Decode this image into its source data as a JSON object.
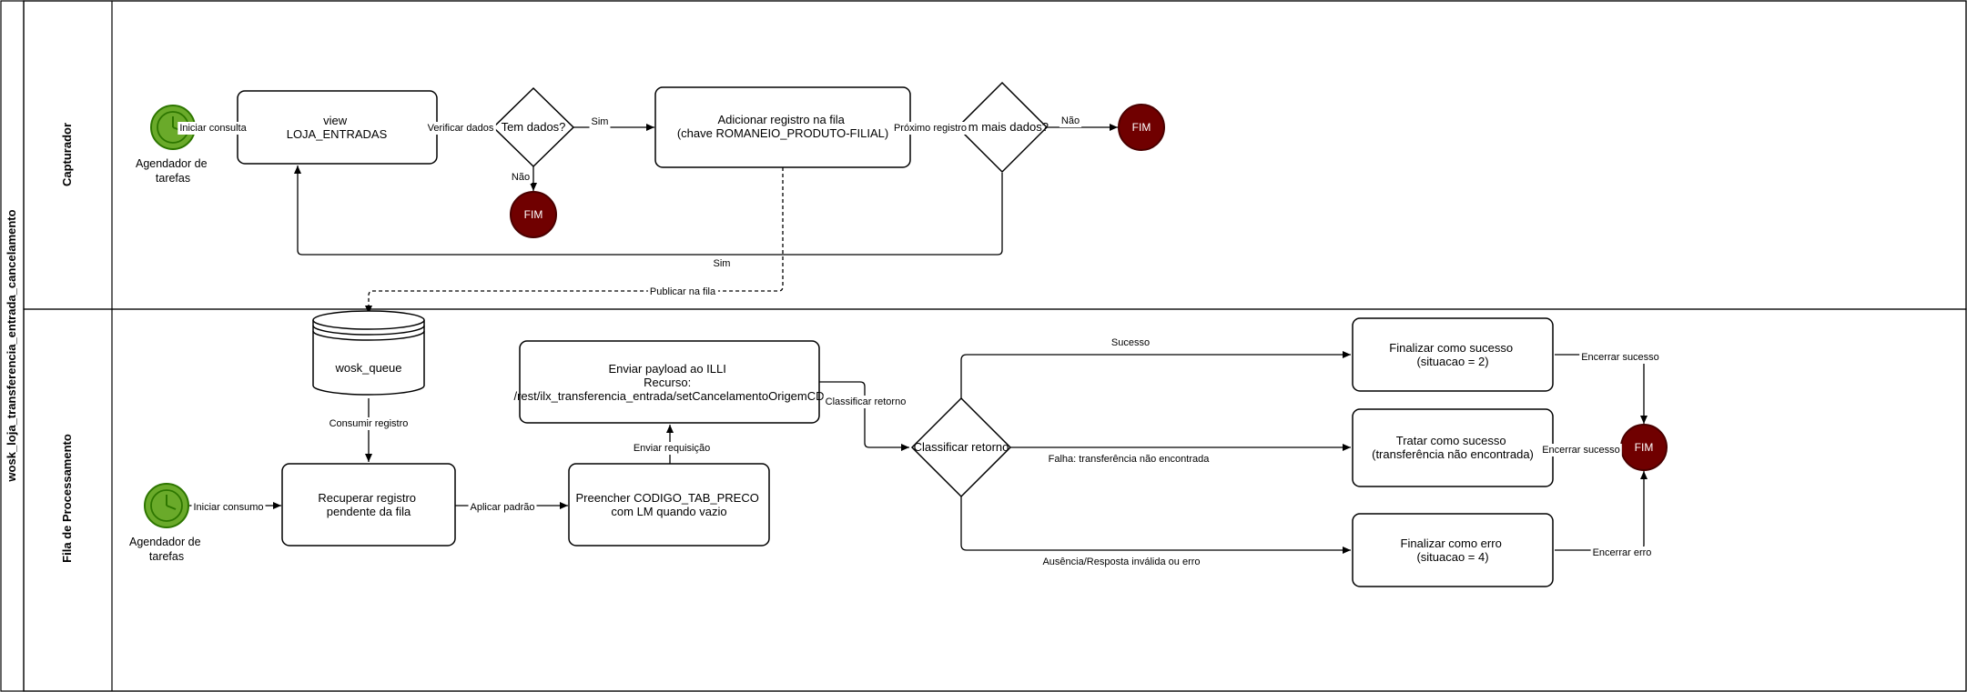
{
  "colors": {
    "timer_fill": "#6aaa2a",
    "timer_stroke": "#2d7600",
    "end_fill": "#700000",
    "end_stroke": "#4a0000",
    "end_text": "#ffffff",
    "line": "#000000"
  },
  "pool": {
    "title": "wosk_loja_transferencia_entrada_cancelamento"
  },
  "lanes": {
    "capturador": {
      "title": "Capturador"
    },
    "processamento": {
      "title": "Fila de Processamento"
    }
  },
  "nodes": {
    "timer_captura": {
      "icon": "clock-icon",
      "caption": [
        "Agendador de",
        "tarefas"
      ]
    },
    "view_loja": {
      "lines": [
        "view",
        "LOJA_ENTRADAS"
      ]
    },
    "tem_dados": {
      "lines": [
        "Tem dados?"
      ]
    },
    "fim_sem_dados": {
      "label": "FIM"
    },
    "adicionar_registro": {
      "lines": [
        "Adicionar registro na fila",
        "(chave ROMANEIO_PRODUTO-FILIAL)"
      ]
    },
    "tem_mais_dados": {
      "lines": [
        "Tem mais dados?"
      ]
    },
    "fim_captura": {
      "label": "FIM"
    },
    "wosk_queue": {
      "lines": [
        "wosk_queue"
      ]
    },
    "timer_consumo": {
      "icon": "clock-icon",
      "caption": [
        "Agendador de",
        "tarefas"
      ]
    },
    "recuperar_registro": {
      "lines": [
        "Recuperar registro",
        "pendente da fila"
      ]
    },
    "preencher_codigo": {
      "lines": [
        "Preencher CODIGO_TAB_PRECO",
        "com LM quando vazio"
      ]
    },
    "enviar_payload": {
      "lines": [
        "Enviar payload ao ILLI",
        "Recurso:",
        "/rest/ilx_transferencia_entrada/setCancelamentoOrigemCD"
      ]
    },
    "classificar_retorno": {
      "lines": [
        "Classificar retorno"
      ]
    },
    "finalizar_sucesso": {
      "lines": [
        "Finalizar como sucesso",
        "(situacao = 2)"
      ]
    },
    "tratar_sucesso": {
      "lines": [
        "Tratar como sucesso",
        "(transferência não encontrada)"
      ]
    },
    "finalizar_erro": {
      "lines": [
        "Finalizar como erro",
        "(situacao = 4)"
      ]
    },
    "fim_processamento": {
      "label": "FIM"
    }
  },
  "edges": {
    "iniciar_consulta": "Iniciar consulta",
    "verificar_dados": "Verificar dados",
    "sim_adicionar": "Sim",
    "nao_fim": "Não",
    "proximo_registro": "Próximo registro",
    "nao_fim_captura": "Não",
    "sim_loop": "Sim",
    "publicar_fila": "Publicar na fila",
    "consumir_registro": "Consumir registro",
    "iniciar_consumo": "Iniciar consumo",
    "aplicar_padrao": "Aplicar padrão",
    "enviar_requisicao": "Enviar requisição",
    "classificar_retorno": "Classificar retorno",
    "sucesso": "Sucesso",
    "falha_nao_encontrada": "Falha: transferência não encontrada",
    "ausencia_erro": "Ausência/Resposta inválida ou erro",
    "encerrar_sucesso_1": "Encerrar sucesso",
    "encerrar_sucesso_2": "Encerrar sucesso",
    "encerrar_erro": "Encerrar erro"
  }
}
